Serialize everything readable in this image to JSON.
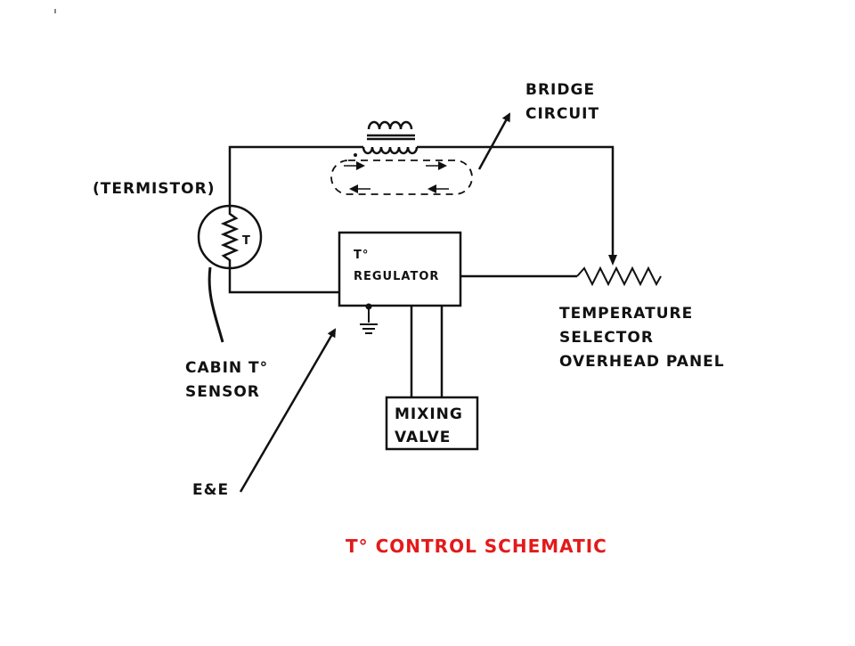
{
  "colors": {
    "line": "#111111",
    "title": "#e31a1a",
    "background": "#ffffff"
  },
  "labels": {
    "bridge": [
      "BRIDGE",
      "CIRCUIT"
    ],
    "thermistor": "(TERMISTOR)",
    "thermistor_symbol": "T",
    "regulator": [
      "T°",
      "REGULATOR"
    ],
    "selector": [
      "TEMPERATURE",
      "SELECTOR",
      "OVERHEAD PANEL"
    ],
    "sensor": [
      "CABIN T°",
      "SENSOR"
    ],
    "mixing": [
      "MIXING",
      "VALVE"
    ],
    "ee": "E&E"
  },
  "title": "T° CONTROL SCHEMATIC"
}
